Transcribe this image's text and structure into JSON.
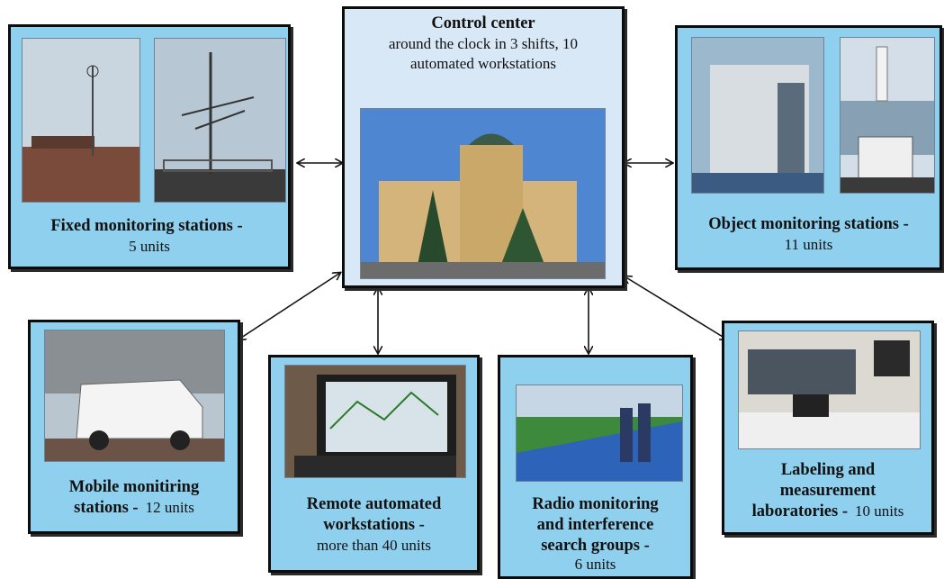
{
  "center": {
    "title": "Control center",
    "line1": "around the clock in 3 shifts, 10",
    "line2": "automated workstations"
  },
  "fixed": {
    "title": "Fixed monitoring stations -",
    "count": "5 units"
  },
  "object": {
    "title": "Object monitoring stations -",
    "count": "11 units"
  },
  "mobile": {
    "title_line1": "Mobile monitiring",
    "title_line2": "stations -",
    "count": "12 units"
  },
  "remote": {
    "title_line1": "Remote automated",
    "title_line2": "workstations -",
    "count": "more than 40 units"
  },
  "radio": {
    "title_line1": "Radio monitoring",
    "title_line2": "and interference",
    "title_line3": "search groups -",
    "count": "6 units"
  },
  "labs": {
    "title_line1": "Labeling and",
    "title_line2": "measurement",
    "title_line3": "laboratories -",
    "count": "10 units"
  },
  "colors": {
    "box_fill": "#8fd0ee",
    "center_fill": "#d9e8f7",
    "border": "#0c0c0c"
  }
}
